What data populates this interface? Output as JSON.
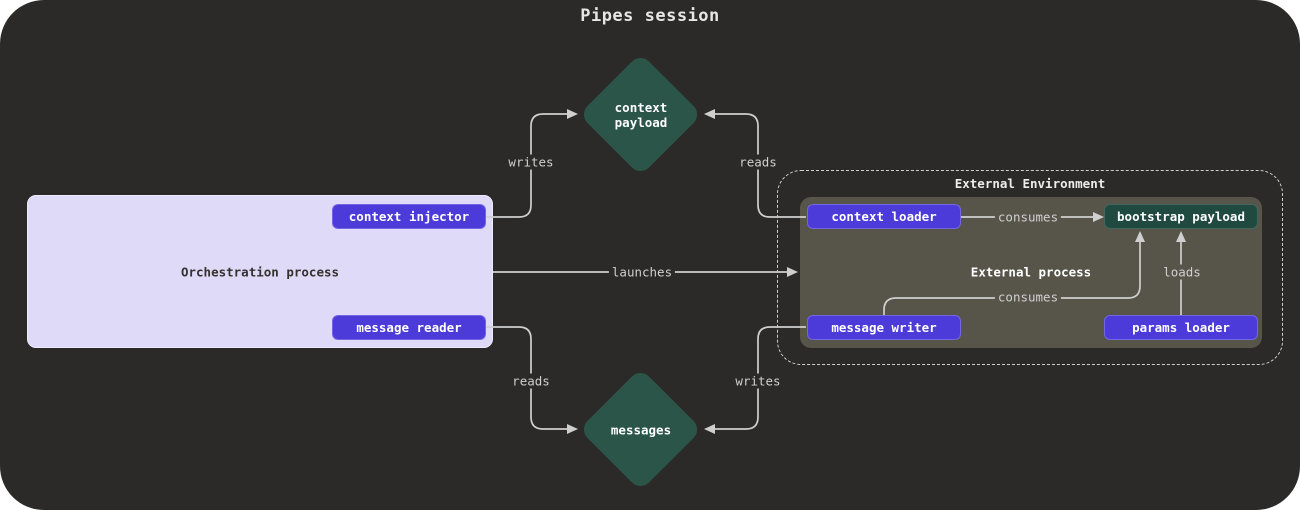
{
  "title": "Pipes session",
  "colors": {
    "canvas_bg": "#2b2a28",
    "diamond_green": "#2c5549",
    "node_green": "#204a3f",
    "node_purple": "#4c3bd9",
    "orchestration_bg": "#dedaf8",
    "external_process_bg": "#57544a",
    "edge": "#cfcfcf"
  },
  "nodes": {
    "context_payload": {
      "label": "context\npayload"
    },
    "messages": {
      "label": "messages"
    },
    "orchestration": {
      "label": "Orchestration process"
    },
    "context_injector": {
      "label": "context injector"
    },
    "message_reader": {
      "label": "message reader"
    },
    "external_environment": {
      "label": "External Environment"
    },
    "external_process": {
      "label": "External process"
    },
    "context_loader": {
      "label": "context loader"
    },
    "bootstrap_payload": {
      "label": "bootstrap payload"
    },
    "message_writer": {
      "label": "message writer"
    },
    "params_loader": {
      "label": "params loader"
    }
  },
  "edges": {
    "writes_top": {
      "label": "writes"
    },
    "reads_top": {
      "label": "reads"
    },
    "launches": {
      "label": "launches"
    },
    "consumes_top": {
      "label": "consumes"
    },
    "consumes_bottom": {
      "label": "consumes"
    },
    "loads": {
      "label": "loads"
    },
    "reads_bottom": {
      "label": "reads"
    },
    "writes_bottom": {
      "label": "writes"
    }
  }
}
